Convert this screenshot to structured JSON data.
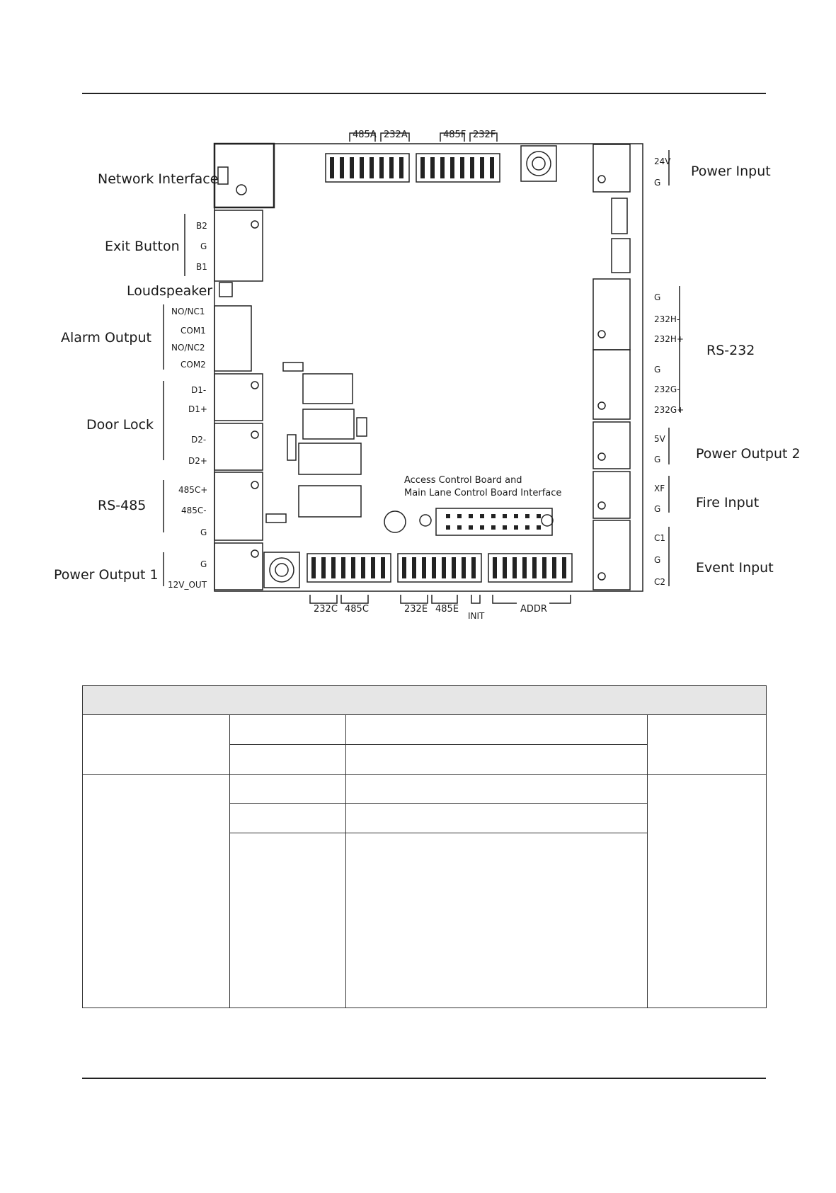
{
  "board": {
    "top_labels": [
      "485A",
      "232A",
      "485F",
      "232F"
    ],
    "bottom_labels": [
      "232C",
      "485C",
      "232E",
      "485E",
      "INIT",
      "ADDR"
    ],
    "center_note_1": "Access Control Board and",
    "center_note_2": "Main Lane Control Board Interface"
  },
  "left": {
    "network_interface": "Network Interface",
    "exit_button": "Exit Button",
    "exit_pins": [
      "B2",
      "G",
      "B1"
    ],
    "loudspeaker": "Loudspeaker",
    "alarm_output": "Alarm Output",
    "alarm_pins": [
      "NO/NC1",
      "COM1",
      "NO/NC2",
      "COM2"
    ],
    "door_lock": "Door Lock",
    "door_pins": [
      "D1-",
      "D1+",
      "D2-",
      "D2+"
    ],
    "rs485": "RS-485",
    "rs485_pins": [
      "485C+",
      "485C-",
      "G"
    ],
    "power_output_1": "Power Output 1",
    "power1_pins": [
      "G",
      "12V_OUT"
    ]
  },
  "right": {
    "power_input": "Power Input",
    "power_input_pins": [
      "24V",
      "G"
    ],
    "rs232": "RS-232",
    "rs232_pins": [
      "G",
      "232H-",
      "232H+",
      "G",
      "232G-",
      "232G+"
    ],
    "power_output_2": "Power Output 2",
    "power2_pins": [
      "5V",
      "G"
    ],
    "fire_input": "Fire Input",
    "fire_pins": [
      "XF",
      "G"
    ],
    "event_input": "Event Input",
    "event_pins": [
      "C1",
      "G",
      "C2"
    ]
  }
}
